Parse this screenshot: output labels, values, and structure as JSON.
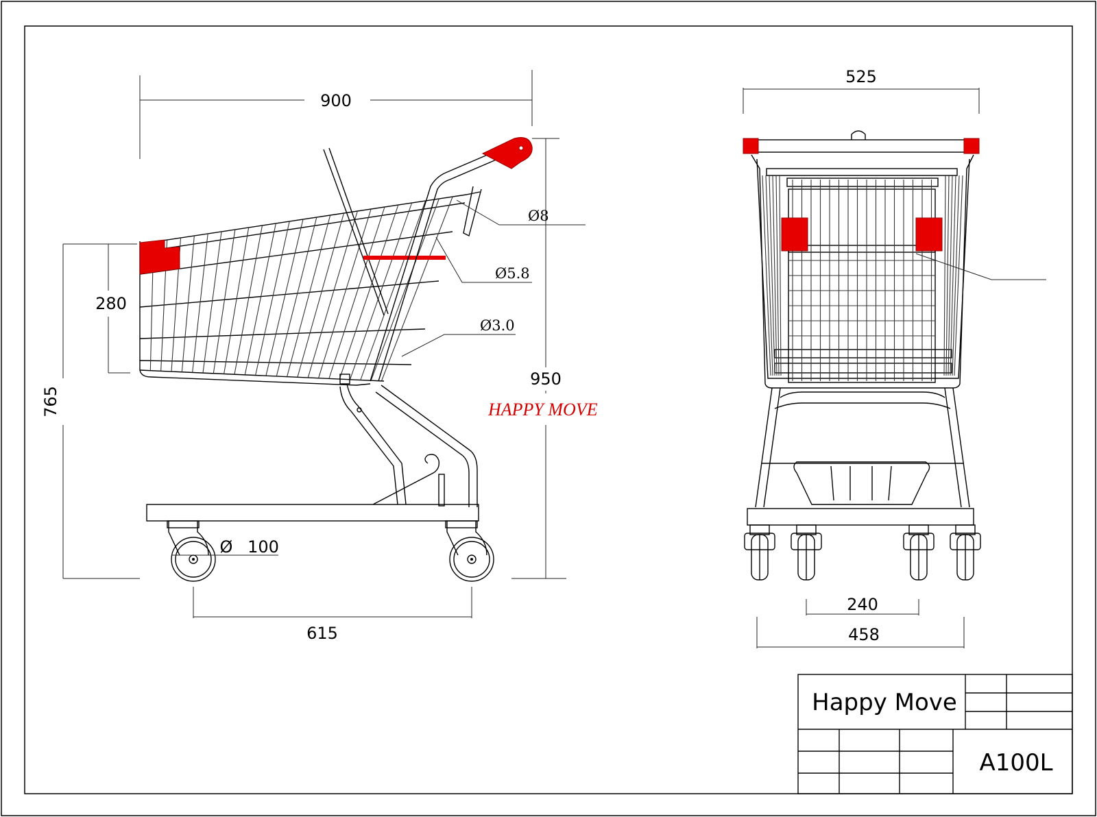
{
  "side_view": {
    "dim_length": "900",
    "dim_basket_height": "280",
    "dim_base_height": "765",
    "dim_total_height": "950",
    "dim_wheelbase": "615",
    "dim_wheel": "100",
    "wheel_dia_symbol": "Ø",
    "wire_8": "Ø8",
    "wire_5_8": "Ø5.8",
    "wire_3_0": "Ø3.0"
  },
  "front_view": {
    "dim_width": "525",
    "dim_inner_wheels": "240",
    "dim_outer_wheels": "458"
  },
  "brand_mark": "HAPPY   MOVE",
  "title_block": {
    "title": "Happy Move",
    "model": "A100L"
  },
  "colors": {
    "accent": "#e60000",
    "line": "#000000"
  }
}
